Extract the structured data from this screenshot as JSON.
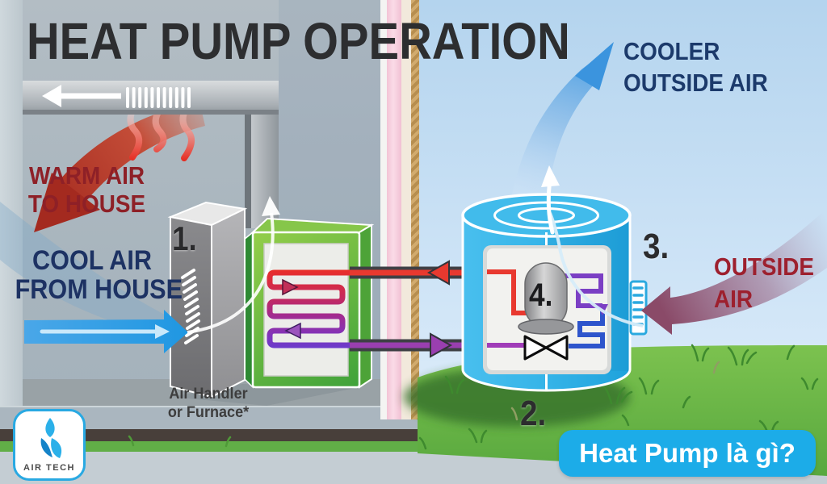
{
  "title": "HEAT PUMP OPERATION",
  "labels": {
    "cooler_outside_air": {
      "line1": "COOLER",
      "line2": "OUTSIDE AIR"
    },
    "warm_air": {
      "line1": "WARM AIR",
      "line2": "TO HOUSE"
    },
    "cool_air": {
      "line1": "COOL AIR",
      "line2": "FROM HOUSE"
    },
    "outside_air": {
      "line1": "OUTSIDE",
      "line2": "AIR"
    },
    "air_handler": {
      "line1": "Air Handler",
      "line2": "or Furnace*"
    }
  },
  "steps": {
    "one": "1.",
    "two": "2.",
    "three": "3.",
    "four": "4."
  },
  "logo": {
    "brand": "AIR TECH"
  },
  "cta": {
    "label": "Heat Pump là gì?"
  },
  "colors": {
    "brand_blue": "#29a9e2",
    "unit_blue": "#3ab7ea",
    "coil_green": "#5cb83e",
    "grass_green": "#6dbb48",
    "warm_red": "#a42a1f",
    "label_navy": "#1d3263",
    "label_dark_red": "#8e2027",
    "refrigerant_red": "#e8392f",
    "refrigerant_purple": "#9a3fb0"
  }
}
